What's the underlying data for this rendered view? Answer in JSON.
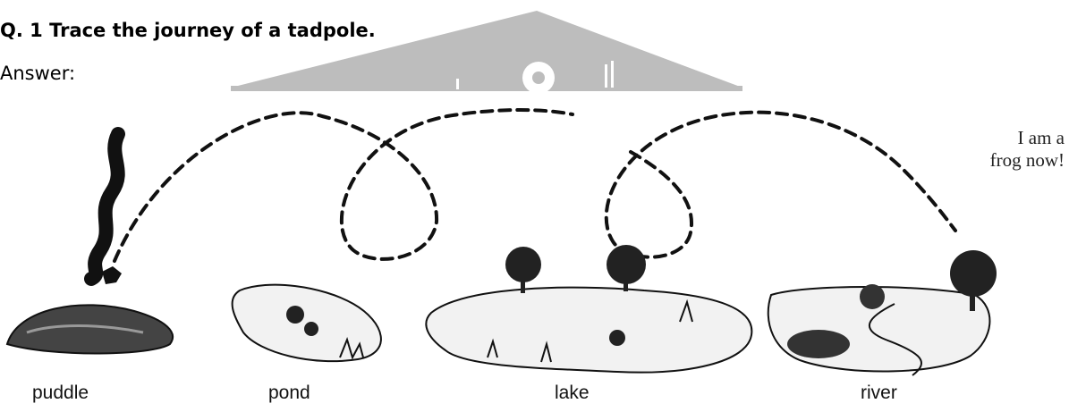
{
  "question": {
    "title": "Q. 1 Trace the journey of a tadpole.",
    "answer_label": "Answer:"
  },
  "illustration": {
    "speech_bubble": {
      "line1": "I am a",
      "line2": "frog now!"
    },
    "places": [
      {
        "label": "puddle"
      },
      {
        "label": "pond"
      },
      {
        "label": "lake"
      },
      {
        "label": "river"
      }
    ],
    "colors": {
      "ink": "#1a1a1a",
      "watermark": "#bdbdbd",
      "water": "#f2f2f2"
    }
  }
}
